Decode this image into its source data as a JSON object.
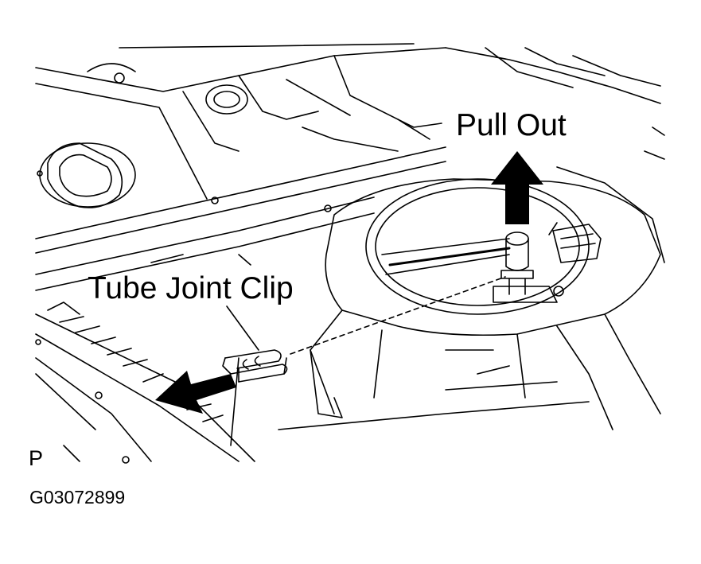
{
  "figure": {
    "callouts": {
      "pull_out": "Pull Out",
      "tube_joint_clip": "Tube Joint Clip"
    },
    "view_code": "P",
    "drawing_number": "G03072899",
    "colors": {
      "ink": "#000000",
      "paper": "#ffffff"
    }
  }
}
